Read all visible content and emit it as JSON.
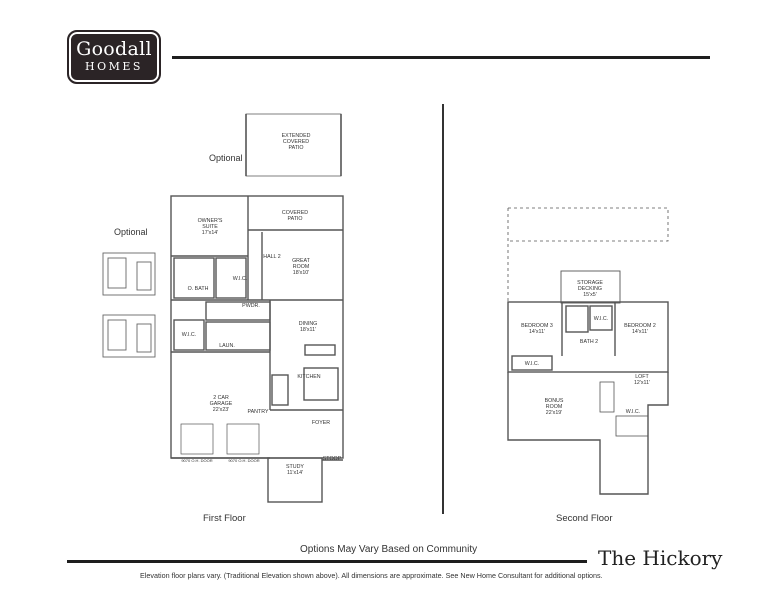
{
  "brand": {
    "line1": "Goodall",
    "line2": "HOMES"
  },
  "plan_name": "The Hickory",
  "labels": {
    "optional_1": "Optional",
    "optional_2": "Optional",
    "first_floor": "First Floor",
    "second_floor": "Second Floor",
    "options_note": "Options May Vary Based on Community",
    "disclaimer": "Elevation floor plans vary. (Traditional Elevation shown above). All dimensions are approximate. See New Home Consultant for additional options."
  },
  "first_floor_rooms": {
    "ext_patio_1": "EXTENDED",
    "ext_patio_2": "COVERED",
    "ext_patio_3": "PATIO",
    "owners_1": "OWNER'S",
    "owners_2": "SUITE",
    "owners_3": "17'x14'",
    "cov_patio_1": "COVERED",
    "cov_patio_2": "PATIO",
    "great_1": "GREAT",
    "great_2": "ROOM",
    "great_3": "18'x10'",
    "hall2": "HALL 2",
    "wic": "W.I.C.",
    "obath": "O. BATH",
    "pwdr": "PWDR.",
    "dining_1": "DINING",
    "dining_2": "18'x11'",
    "wic2": "W.I.C.",
    "laun": "LAUN.",
    "kitchen": "KITCHEN",
    "garage_1": "2 CAR",
    "garage_2": "GARAGE",
    "garage_3": "22'x23'",
    "pantry": "PANTRY",
    "foyer": "FOYER",
    "study_1": "STUDY",
    "study_2": "11'x14'",
    "stoop": "STOOP",
    "door_1": "9070 O.H. DOOR",
    "door_2": "9070 O.H. DOOR"
  },
  "second_floor_rooms": {
    "storage_1": "STORAGE",
    "storage_2": "DECKING",
    "storage_3": "15'x5'",
    "bed3_1": "BEDROOM 3",
    "bed3_2": "14'x11'",
    "bed2_1": "BEDROOM 2",
    "bed2_2": "14'x11'",
    "wic_a": "W.I.C.",
    "bath2": "BATH 2",
    "wic_b": "W.I.C.",
    "loft_1": "LOFT",
    "loft_2": "12'x11'",
    "bonus_1": "BONUS",
    "bonus_2": "ROOM",
    "bonus_3": "22'x19'",
    "wic_c": "W.I.C."
  },
  "colors": {
    "ink": "#2b2426",
    "line": "#1e1e1e",
    "wall": "#555555"
  }
}
